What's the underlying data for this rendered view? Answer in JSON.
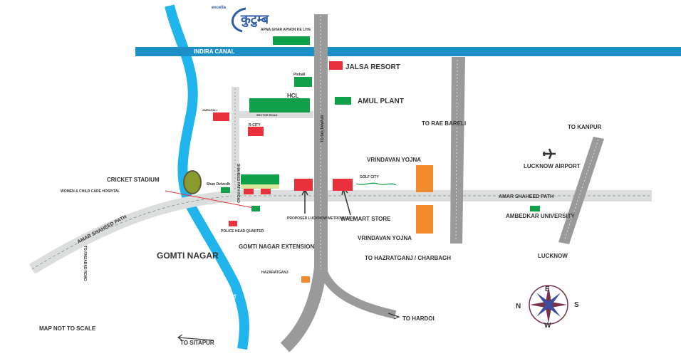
{
  "logo": {
    "brand": "excella",
    "name": "कुटुम्ब",
    "tagline": "APNA GHAR APNON KE LIYE"
  },
  "water": {
    "canal": "INDIRA CANAL",
    "river": "GOMTI RIVER"
  },
  "roads": {
    "sultanpur": "TO SULTANPUR",
    "amar_shaheed_path": "AMAR SHAHEED PATH",
    "amar_shaheed_path_left": "AMAR SHAHEED PATH",
    "faizabad": "TO FAIZABAD ROAD",
    "ring_road": "SHAHEED PATH ROAD",
    "internal_road": "SECTOR ROAD",
    "rae_bareli": "TO RAE BARELI",
    "hazratganj_charbagh": "TO HAZRATGANJ / CHARBAGH",
    "kanpur": "TO KANPUR",
    "lucknow": "LUCKNOW",
    "sitapur": "TO SITAPUR",
    "hardoi": "TO HARDOI"
  },
  "places": {
    "jalsa": "JALSA RESORT",
    "pinball": "Pinball",
    "hcl": "HCL",
    "amul": "AMUL PLANT",
    "amrapali": "AMRAPALI",
    "rcity": "R-CITY",
    "cricket": "CRICKET STADIUM",
    "hospital": "WOMEN & CHILD CARE HOSPITAL",
    "shan": "Shan Delvedh",
    "police": "POLICE HEAD QUARTER",
    "metro": "PROPOSED LUCKNOW METRO OFFICE",
    "walmart": "WALMART STORE",
    "golf": "GOLF CITY",
    "vrindavan_top": "VRINDAVAN YOJNA",
    "vrindavan_bottom": "VRINDAVAN YOJNA",
    "airport": "LUCKNOW AIRPORT",
    "ambedkar": "AMBEDKAR UNIVERSITY",
    "gomti_nagar": "GOMTI NAGAR",
    "gomti_ext": "GOMTI NAGAR EXTENSION",
    "hazaratganj": "HAZARATGANJ"
  },
  "compass": {
    "n": "N",
    "e": "E",
    "s": "S",
    "w": "W"
  },
  "note": "MAP NOT TO SCALE",
  "colors": {
    "road": "#9a9a9a",
    "light_road": "#dcdede",
    "water": "#1fb5ec",
    "canal": "#1c8fc6",
    "green": "#10a04a",
    "red": "#e8313a",
    "orange": "#f28a2e"
  }
}
